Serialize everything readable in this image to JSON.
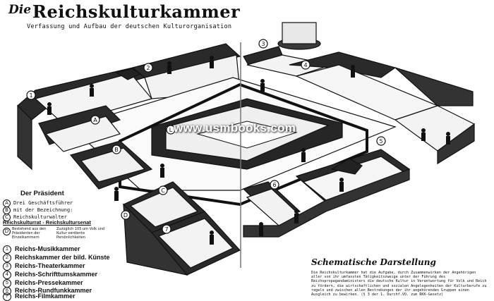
{
  "title": {
    "prefix": "Die",
    "main": "Reichskulturkammer"
  },
  "subtitle": "Verfassung und Aufbau der deutschen Kulturorganisation",
  "watermark": "www.usmbooks.com",
  "room_labels": [
    "1",
    "2",
    "3",
    "4",
    "5",
    "6",
    "7",
    "A",
    "B",
    "C",
    "D",
    "L"
  ],
  "legend": {
    "heading": "Der Präsident",
    "abc_items": [
      {
        "letter": "A",
        "text": "Drei Geschäftsführer"
      },
      {
        "letter": "B",
        "text": "mit der Bezeichnung:"
      },
      {
        "letter": "C",
        "text": "Reichskulturwalter"
      }
    ],
    "rat_heading": "Reichskulturrat - Reichskultursenat",
    "d_letter": "D",
    "d_left": "Bestehend aus den Präsidenten der Einzelkammern",
    "d_right": "Zuzüglich 105 um Volk und Kultur verdiente Persönlichkeiten",
    "chambers": [
      {
        "num": "1",
        "name": "Reichs-Musikkammer"
      },
      {
        "num": "2",
        "name": "Reichskammer der bild. Künste"
      },
      {
        "num": "3",
        "name": "Reichs-Theaterkammer"
      },
      {
        "num": "4",
        "name": "Reichs-Schrifttumskammer"
      },
      {
        "num": "5",
        "name": "Reichs-Pressekammer"
      },
      {
        "num": "6",
        "name": "Reichs-Rundfunkkammer"
      },
      {
        "num": "7",
        "name": "Reichs-Filmkammer"
      }
    ]
  },
  "schematic": {
    "heading": "Schematische Darstellung",
    "body": "Die Reichskulturkammer hat die Aufgabe, durch Zusammenwirken der Angehörigen aller von ihr umfassten Tätigkeitszweige unter der Führung des Reichspropagandaministers die deutsche Kultur in Verantwortung für Volk und Reich zu fördern, die wirtschaftlichen und sozialen Angelegenheiten der Kulturberufe zu regeln und zwischen allen Bestrebungen der ihr angehörenden Gruppen einen Ausgleich zu bewirken.",
    "reference": "(§ 3 der 1. Durchf.VO. zum RKK-Gesetz)"
  }
}
